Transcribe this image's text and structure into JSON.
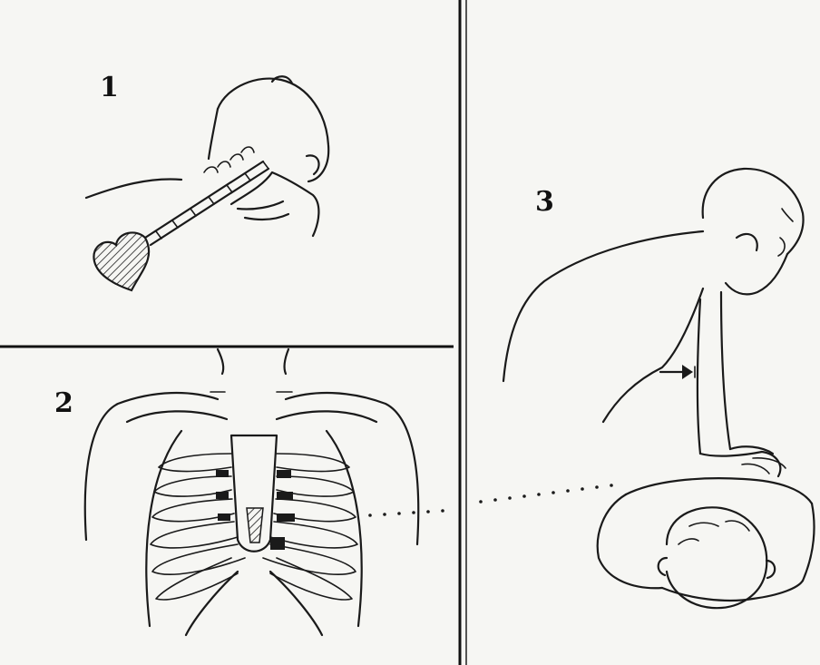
{
  "panels": [
    {
      "label": "1"
    },
    {
      "label": "2"
    },
    {
      "label": "3"
    }
  ],
  "colors": {
    "ink": "#1a1a1a",
    "paper": "#f6f6f3"
  }
}
